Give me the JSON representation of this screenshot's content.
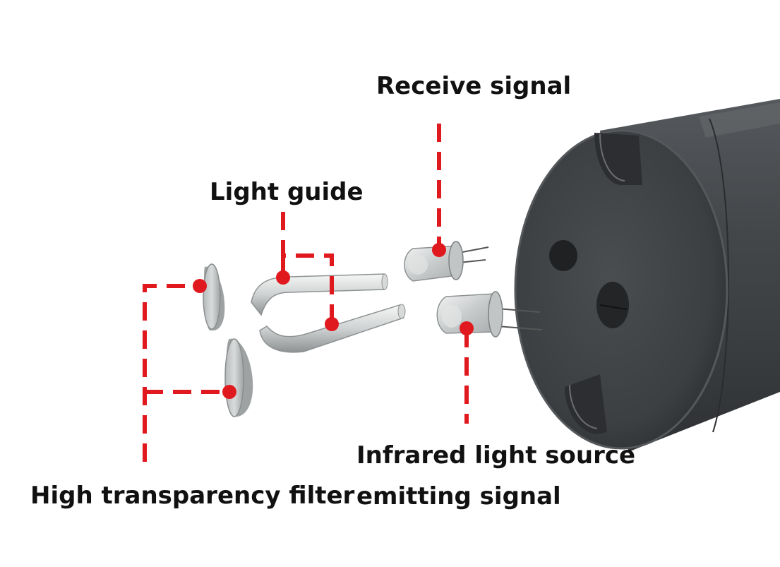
{
  "labels": {
    "receive_signal": "Receive signal",
    "light_guide": "Light guide",
    "infrared_line1": "Infrared light source",
    "infrared_line2": "emitting signal",
    "high_transparency_filter": "High transparency filter"
  },
  "colors": {
    "callout_red": "#e0191f",
    "housing_dark": "#3e4144",
    "label_text": "#111111",
    "background": "#ffffff"
  }
}
